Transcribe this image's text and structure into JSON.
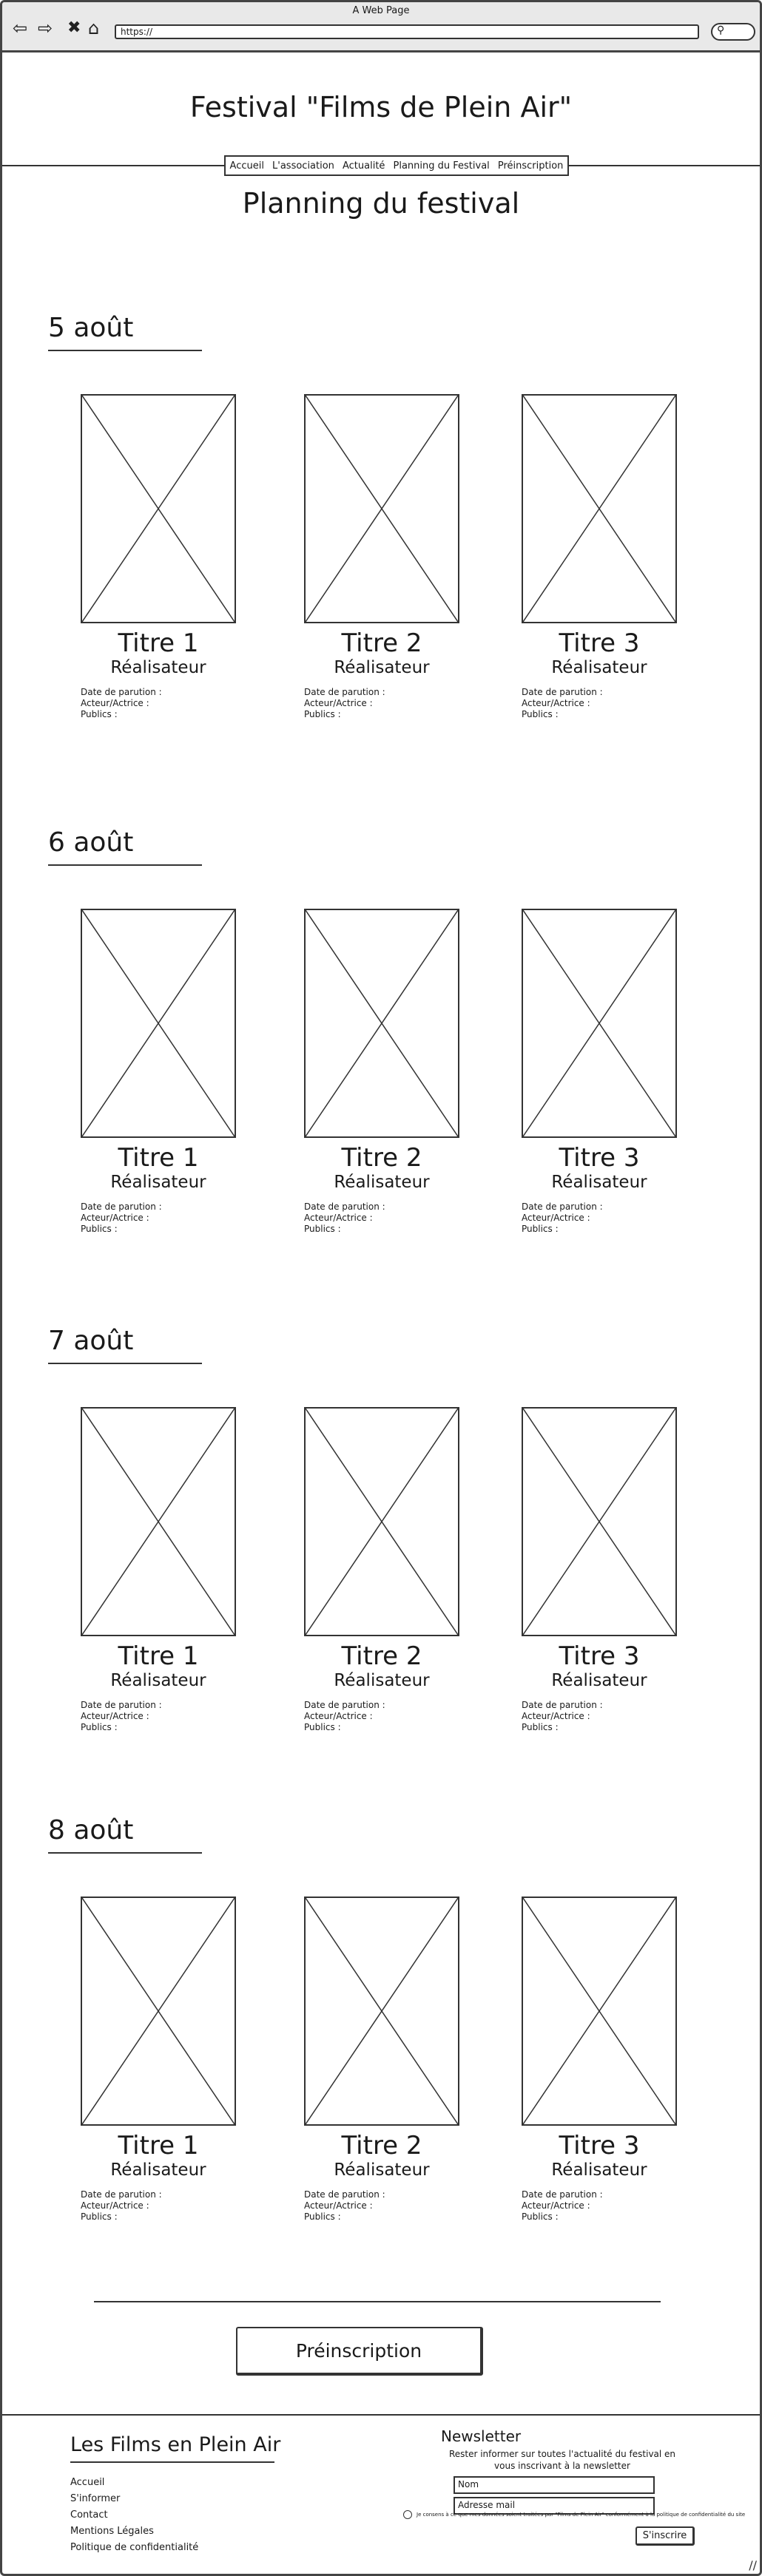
{
  "browser": {
    "window_title": "A Web Page",
    "url": "https://"
  },
  "site_title": "Festival \"Films de Plein Air\"",
  "nav": {
    "items": [
      "Accueil",
      "L'association",
      "Actualité",
      "Planning du Festival",
      "Préinscription"
    ]
  },
  "page_heading": "Planning du festival",
  "days": [
    {
      "date": "5 août",
      "films": [
        {
          "title": "Titre 1",
          "director": "Réalisateur",
          "release_label": "Date de parution :",
          "cast_label": "Acteur/Actrice :",
          "audience_label": "Publics :"
        },
        {
          "title": "Titre 2",
          "director": "Réalisateur",
          "release_label": "Date de parution :",
          "cast_label": "Acteur/Actrice :",
          "audience_label": "Publics :"
        },
        {
          "title": "Titre 3",
          "director": "Réalisateur",
          "release_label": "Date de parution :",
          "cast_label": "Acteur/Actrice :",
          "audience_label": "Publics :"
        }
      ]
    },
    {
      "date": "6 août",
      "films": [
        {
          "title": "Titre 1",
          "director": "Réalisateur",
          "release_label": "Date de parution :",
          "cast_label": "Acteur/Actrice :",
          "audience_label": "Publics :"
        },
        {
          "title": "Titre 2",
          "director": "Réalisateur",
          "release_label": "Date de parution :",
          "cast_label": "Acteur/Actrice :",
          "audience_label": "Publics :"
        },
        {
          "title": "Titre 3",
          "director": "Réalisateur",
          "release_label": "Date de parution :",
          "cast_label": "Acteur/Actrice :",
          "audience_label": "Publics :"
        }
      ]
    },
    {
      "date": "7 août",
      "films": [
        {
          "title": "Titre 1",
          "director": "Réalisateur",
          "release_label": "Date de parution :",
          "cast_label": "Acteur/Actrice :",
          "audience_label": "Publics :"
        },
        {
          "title": "Titre 2",
          "director": "Réalisateur",
          "release_label": "Date de parution :",
          "cast_label": "Acteur/Actrice :",
          "audience_label": "Publics :"
        },
        {
          "title": "Titre 3",
          "director": "Réalisateur",
          "release_label": "Date de parution :",
          "cast_label": "Acteur/Actrice :",
          "audience_label": "Publics :"
        }
      ]
    },
    {
      "date": "8 août",
      "films": [
        {
          "title": "Titre 1",
          "director": "Réalisateur",
          "release_label": "Date de parution :",
          "cast_label": "Acteur/Actrice :",
          "audience_label": "Publics :"
        },
        {
          "title": "Titre 2",
          "director": "Réalisateur",
          "release_label": "Date de parution :",
          "cast_label": "Acteur/Actrice :",
          "audience_label": "Publics :"
        },
        {
          "title": "Titre 3",
          "director": "Réalisateur",
          "release_label": "Date de parution :",
          "cast_label": "Acteur/Actrice :",
          "audience_label": "Publics :"
        }
      ]
    }
  ],
  "cta": {
    "preinscription_label": "Préinscription"
  },
  "footer": {
    "brand": "Les Films en Plein Air",
    "links": [
      "Accueil",
      "S'informer",
      "Contact",
      "Mentions Légales",
      "Politique de confidentialité"
    ],
    "newsletter": {
      "title": "Newsletter",
      "text": "Rester informer sur toutes l'actualité du festival en vous inscrivant à la newsletter",
      "name_placeholder": "Nom",
      "email_placeholder": "Adresse mail",
      "consent": "Je consens à ce que mes données soient traitées par \"Films de Plein Air\" conformément à la politique de confidentialité du site",
      "submit_label": "S'inscrire"
    }
  },
  "icons": {
    "back": "back-arrow-icon",
    "forward": "forward-arrow-icon",
    "stop": "close-icon",
    "home": "home-icon",
    "search": "search-icon",
    "poster": "image-placeholder-icon"
  }
}
